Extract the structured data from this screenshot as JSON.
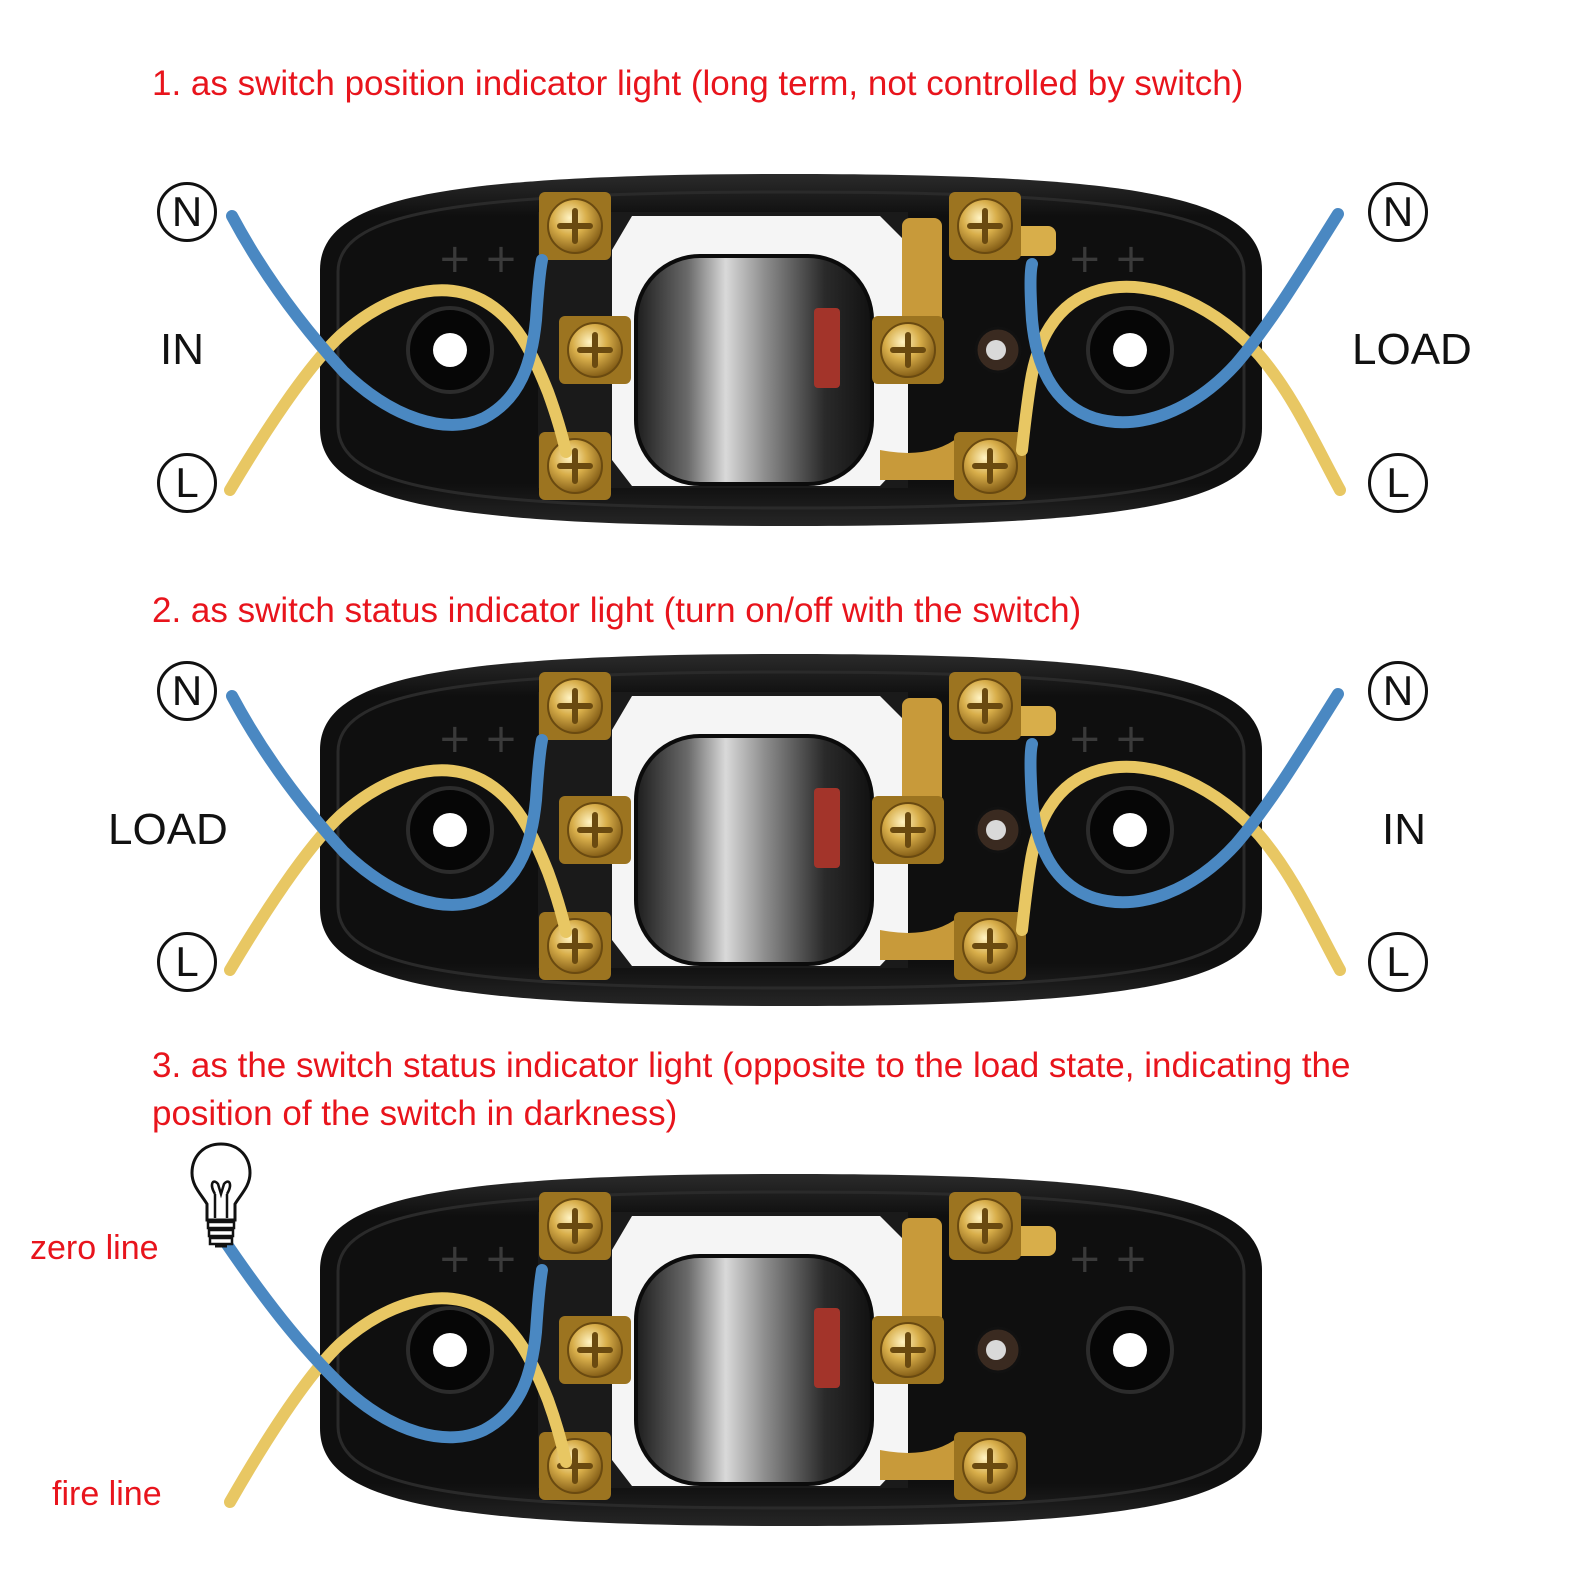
{
  "colors": {
    "heading": "#e8141c",
    "neutral_wire": "#4a88c2",
    "live_wire": "#e8c763",
    "housing": "#141414",
    "terminal_brass": "#c89a3a"
  },
  "panel1": {
    "heading": "1. as switch position indicator light (long term, not controlled by switch)",
    "left_label": "IN",
    "right_label": "LOAD",
    "left_top_terminal": "N",
    "left_bottom_terminal": "L",
    "right_top_terminal": "N",
    "right_bottom_terminal": "L"
  },
  "panel2": {
    "heading": "2. as switch status indicator light (turn on/off with the switch)",
    "left_label": "LOAD",
    "right_label": "IN",
    "left_top_terminal": "N",
    "left_bottom_terminal": "L",
    "right_top_terminal": "N",
    "right_bottom_terminal": "L"
  },
  "panel3": {
    "heading_line1": "3. as the switch status indicator light (opposite to the load state, indicating the",
    "heading_line2": "position of the switch in darkness)",
    "zero_line_label": "zero line",
    "fire_line_label": "fire line",
    "icon": "light-bulb-icon"
  }
}
